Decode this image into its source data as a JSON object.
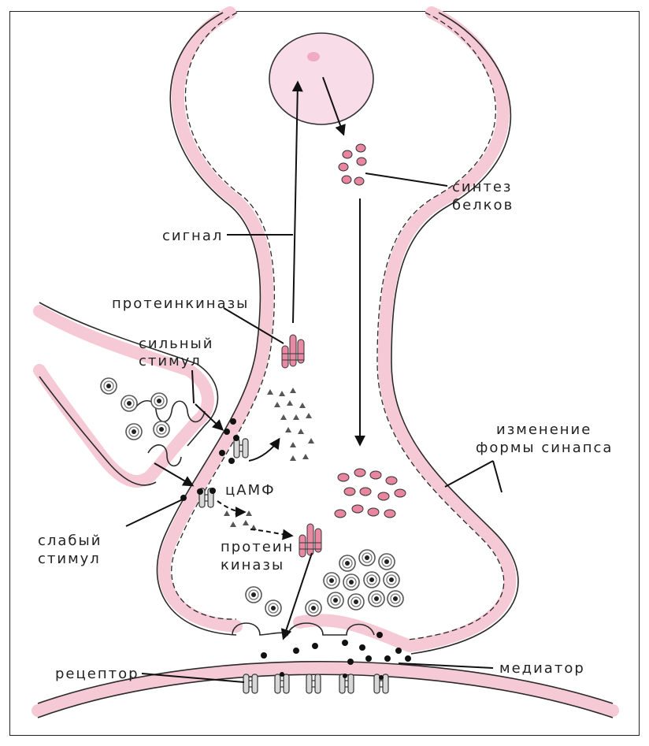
{
  "labels": {
    "protein_synthesis": [
      "синтез",
      "белков"
    ],
    "signal": "сигнал",
    "protein_kinases_top": "протеинкиназы",
    "strong_stimulus": [
      "сильный",
      "стимул"
    ],
    "camp": "цАМФ",
    "weak_stimulus": [
      "слабый",
      "стимул"
    ],
    "protein_kinases_bottom": [
      "протеин",
      "киназы"
    ],
    "synapse_shape_change": [
      "изменение",
      "формы синапса"
    ],
    "receptor": "рецептор",
    "mediator": "медиатор"
  },
  "colors": {
    "membrane": "#f6c9d6",
    "nucleus": "#f8dce8",
    "protein": "#e8869f",
    "kinase": "#e98aa5",
    "outline": "#2a2a2a"
  }
}
